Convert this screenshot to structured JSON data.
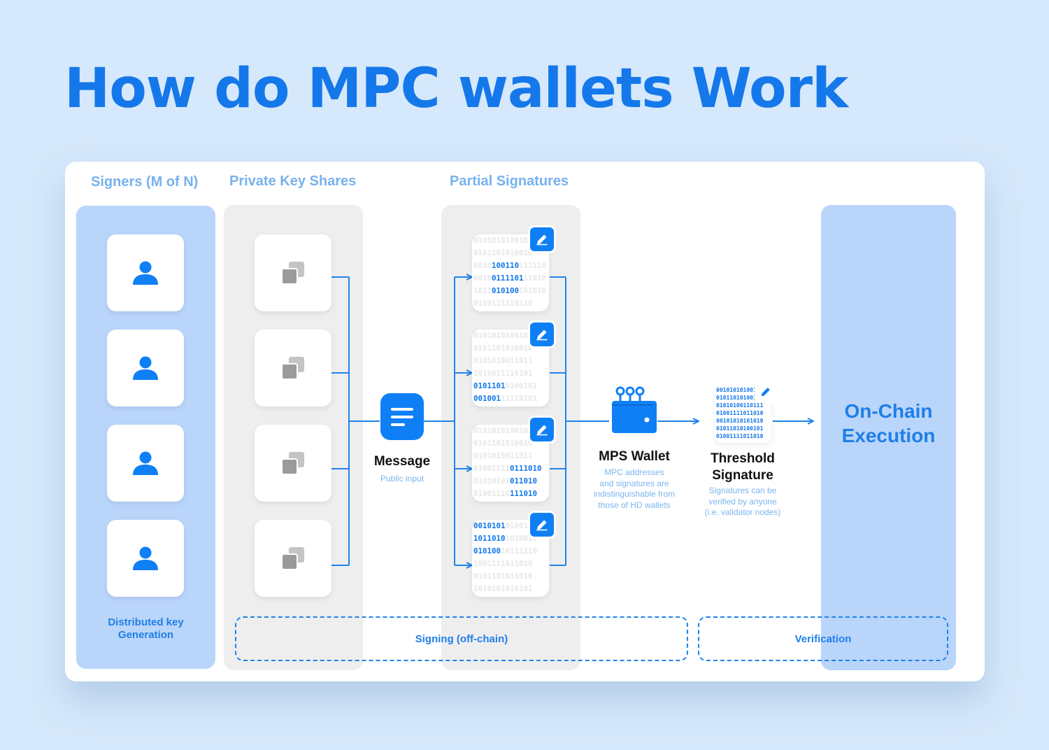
{
  "title": "How do MPC wallets Work",
  "columns": {
    "signers": "Signers (M of N)",
    "key_shares": "Private Key Shares",
    "partial_signatures": "Partial Signatures"
  },
  "signers_footer": "Distributed key\nGeneration",
  "message": {
    "label": "Message",
    "sub": "Public input"
  },
  "wallet": {
    "label": "MPS Wallet",
    "sub": "MPC addresses\nand signatures are\nindistinguishable from\nthose of HD wallets"
  },
  "threshold": {
    "label": "Threshold\nSignature",
    "sub": "Signatures can be\nverified by anyone\n(i.e. validator nodes)"
  },
  "onchain": "On-Chain\nExecution",
  "phases": {
    "signing": "Signing (off-chain)",
    "verification": "Verification"
  },
  "colors": {
    "accent": "#1478ea",
    "panel_blue": "#b9d5fa",
    "panel_grey": "#eeeeee",
    "background": "#d6e8fb"
  },
  "icons": [
    "user-icon",
    "key-share-icon",
    "message-icon",
    "pencil-icon",
    "wallet-icon"
  ]
}
